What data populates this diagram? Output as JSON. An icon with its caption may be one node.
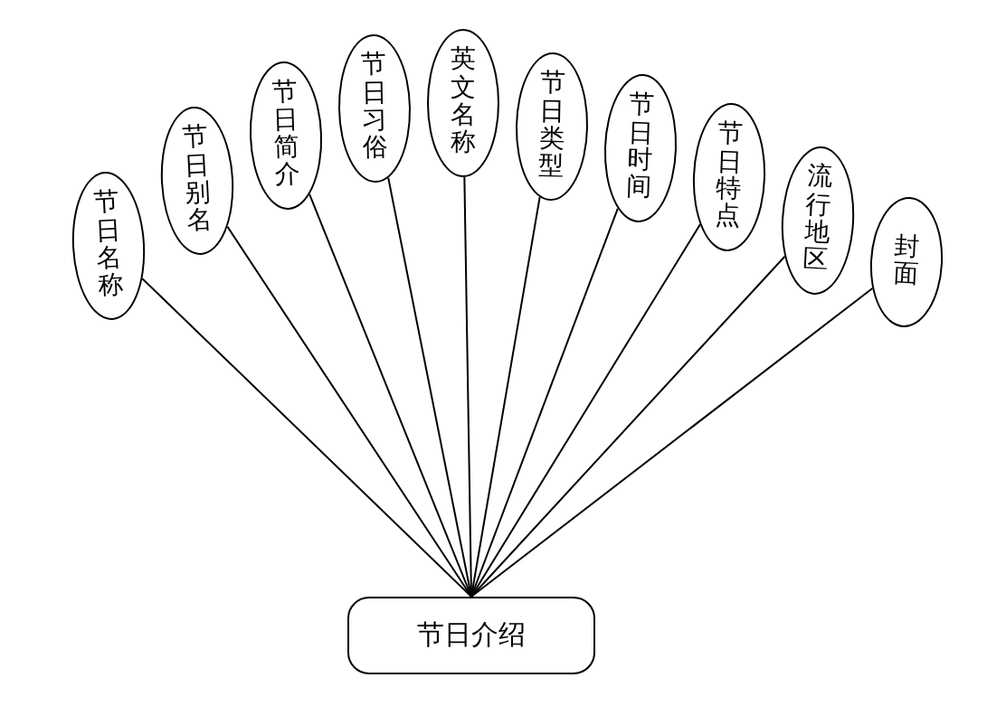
{
  "diagram": {
    "nodes": [
      {
        "text": [
          "节日名称"
        ]
      },
      {
        "text": [
          "节日别名"
        ]
      },
      {
        "text": [
          "节日简介"
        ]
      },
      {
        "text": [
          "节日习俗"
        ]
      },
      {
        "text": [
          "英文名称"
        ]
      },
      {
        "text": [
          "节日类型"
        ]
      },
      {
        "text": [
          "节日时间"
        ]
      },
      {
        "text": [
          "节日特点"
        ]
      },
      {
        "text": [
          "流行地区"
        ]
      },
      {
        "text": [
          "封面"
        ]
      },
      {
        "text": [
          "节日介绍"
        ]
      }
    ],
    "edges": [
      {
        "from": 10,
        "to": 0,
        "arrow": "none"
      },
      {
        "from": 10,
        "to": 1,
        "arrow": "none"
      },
      {
        "from": 10,
        "to": 2,
        "arrow": "none"
      },
      {
        "from": 10,
        "to": 3,
        "arrow": "none"
      },
      {
        "from": 10,
        "to": 4,
        "arrow": "none"
      },
      {
        "from": 10,
        "to": 5,
        "arrow": "none"
      },
      {
        "from": 10,
        "to": 6,
        "arrow": "none"
      },
      {
        "from": 10,
        "to": 7,
        "arrow": "none"
      },
      {
        "from": 10,
        "to": 8,
        "arrow": "none"
      },
      {
        "from": 10,
        "to": 9,
        "arrow": "none"
      }
    ]
  }
}
